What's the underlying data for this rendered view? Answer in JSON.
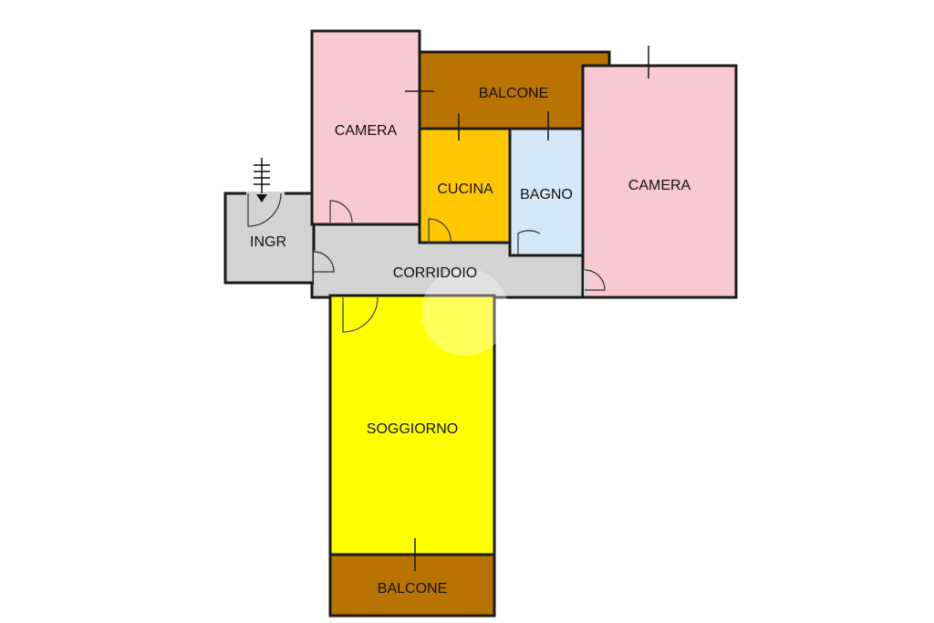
{
  "colors": {
    "camera": "#F9C9D3",
    "balcone": "#B87300",
    "cucina": "#FFC800",
    "bagno": "#D4E8F8",
    "corridoio": "#D3D3D3",
    "soggiorno": "#FFFF00"
  },
  "rooms": {
    "camera_left": "CAMERA",
    "balcone_top": "BALCONE",
    "cucina": "CUCINA",
    "bagno": "BAGNO",
    "camera_right": "CAMERA",
    "ingresso": "INGR",
    "corridoio": "CORRIDOIO",
    "soggiorno": "SOGGIORNO",
    "balcone_bottom": "BALCONE"
  }
}
